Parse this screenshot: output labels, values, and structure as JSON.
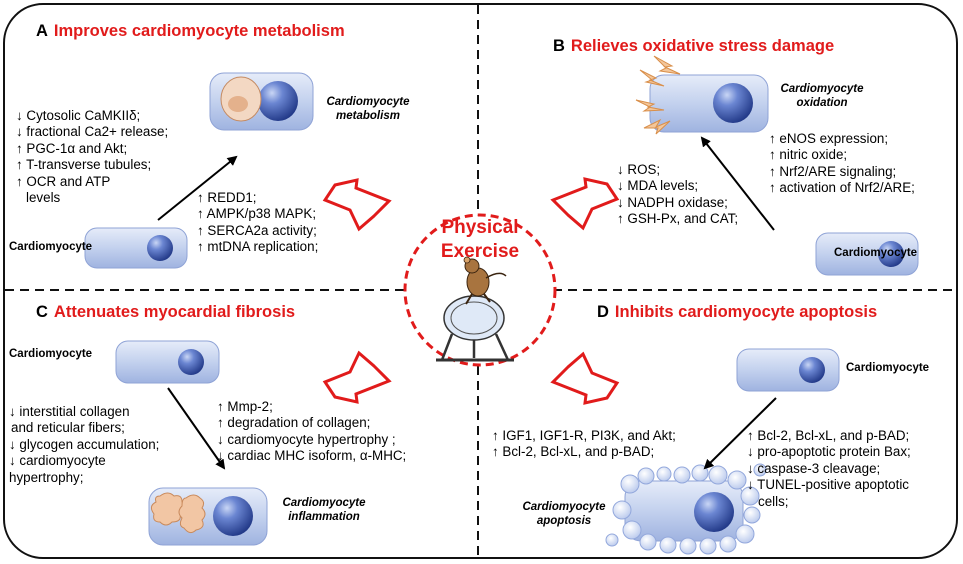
{
  "center": {
    "line1": "Physical",
    "line2": "Exercise"
  },
  "panel_a": {
    "letter": "A",
    "title": "Improves cardiomyocyte metabolism",
    "left_items": [
      "↓ Cytosolic CaMKIIδ;",
      "↓ fractional Ca2+ release;",
      "↑ PGC-1α and Akt;",
      "↑ T-transverse tubules;",
      "↑ OCR and ATP",
      "  levels"
    ],
    "right_items": [
      "↑ REDD1;",
      "↑ AMPK/p38 MAPK;",
      "↑ SERCA2a activity;",
      "↑ mtDNA replication;"
    ],
    "cell_label": "Cardiomyocyte",
    "result_label_1": "Cardiomyocyte",
    "result_label_2": "metabolism"
  },
  "panel_b": {
    "letter": "B",
    "title": "Relieves oxidative stress damage",
    "left_items": [
      "↓ ROS;",
      "↓ MDA levels;",
      "↓ NADPH oxidase;",
      "↑ GSH-Px, and CAT;"
    ],
    "right_items": [
      "↑ eNOS expression;",
      "↑ nitric oxide;",
      "↑ Nrf2/ARE signaling;",
      "↑ activation of Nrf2/ARE;"
    ],
    "cell_label": "Cardiomyocyte",
    "result_label_1": "Cardiomyocyte",
    "result_label_2": "oxidation"
  },
  "panel_c": {
    "letter": "C",
    "title": "Attenuates myocardial fibrosis",
    "left_items": [
      "↓ interstitial collagen",
      "and reticular fibers;",
      "↓ glycogen accumulation;",
      "↓ cardiomyocyte",
      "hypertrophy;"
    ],
    "right_items": [
      "↑ Mmp-2;",
      "↑ degradation of collagen;",
      "↓ cardiomyocyte hypertrophy ;",
      "↓ cardiac MHC isoform, α-MHC;"
    ],
    "cell_label": "Cardiomyocyte",
    "result_label_1": "Cardiomyocyte",
    "result_label_2": "inflammation"
  },
  "panel_d": {
    "letter": "D",
    "title": "Inhibits cardiomyocyte apoptosis",
    "left_items": [
      "↑ IGF1, IGF1-R, PI3K, and Akt;",
      "↑ Bcl-2, Bcl-xL, and p-BAD;"
    ],
    "right_items": [
      "↑ Bcl-2, Bcl-xL, and p-BAD;",
      "↓ pro-apoptotic protein Bax;",
      "↓ caspase-3 cleavage;",
      "↓ TUNEL-positive apoptotic",
      "cells;"
    ],
    "cell_label": "Cardiomyocyte",
    "result_label_1": "Cardiomyocyte",
    "result_label_2": "apoptosis"
  },
  "colors": {
    "title_red": "#e11b1b",
    "cell_blue": "#c5d3ee",
    "nucleus_blue": "#2f4ea8",
    "arrow_outline": "#e11b1b"
  }
}
